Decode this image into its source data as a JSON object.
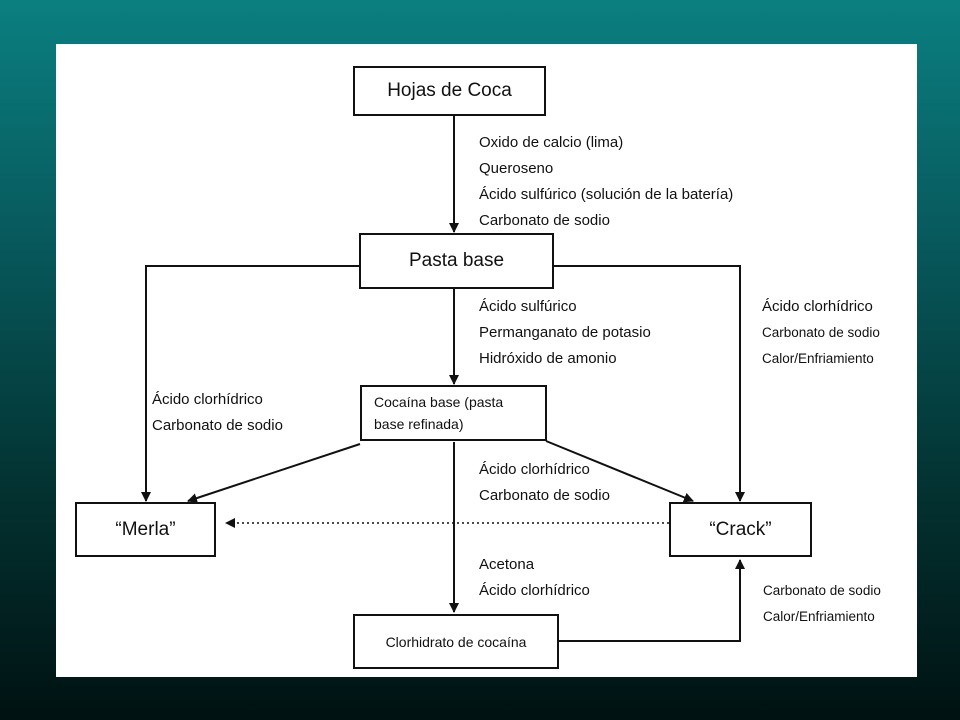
{
  "colors": {
    "background_top": "#0b7f80",
    "background_bottom": "#001212",
    "panel": "#ffffff",
    "ink": "#111111"
  },
  "nodes": {
    "hojas": "Hojas de Coca",
    "pasta": "Pasta base",
    "cocaina_base": "Cocaína base (pasta base  refinada)",
    "merla": "“Merla”",
    "crack": "“Crack”",
    "clorhidrato": "Clorhidrato de cocaína"
  },
  "edge_labels": {
    "hojas_to_pasta": [
      "Oxido de calcio (lima)",
      "Queroseno",
      "Ácido sulfúrico (solución de la batería)",
      "Carbonato de sodio"
    ],
    "pasta_to_base": [
      "Ácido sulfúrico",
      "Permanganato de potasio",
      "Hidróxido de amonio"
    ],
    "pasta_to_crack": [
      "Ácido clorhídrico",
      "Carbonato de sodio",
      "Calor/Enfriamiento"
    ],
    "pasta_to_merla": [
      "Ácido clorhídrico",
      "Carbonato de sodio"
    ],
    "base_to_crack": [
      "Ácido clorhídrico",
      "Carbonato de sodio"
    ],
    "base_to_clorhidrato": [
      "Acetona",
      "Ácido clorhídrico"
    ],
    "clorhidrato_to_crack": [
      "Carbonato de sodio",
      "Calor/Enfriamiento"
    ]
  }
}
